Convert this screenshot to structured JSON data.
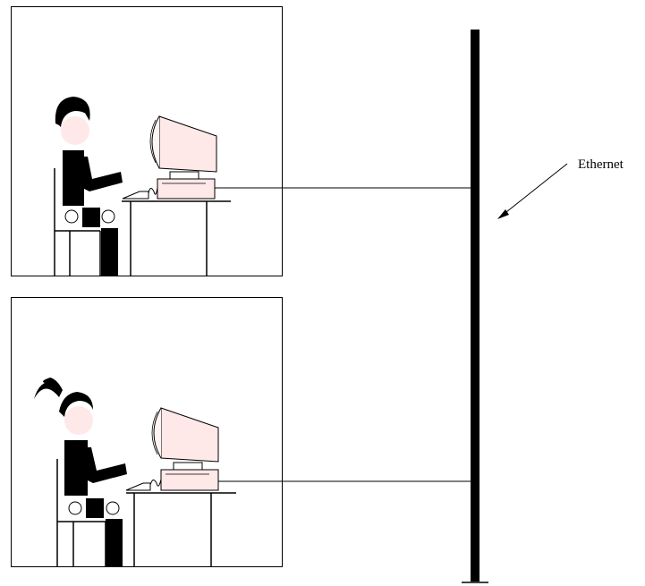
{
  "labels": {
    "network": "Ethernet"
  },
  "colors": {
    "stroke": "#000000",
    "face": "#ffe8e8",
    "screen": "#fff4f4",
    "background": "#ffffff"
  },
  "workstations": [
    {
      "user": "person-short-hair",
      "connected": true
    },
    {
      "user": "person-ponytail",
      "connected": true
    }
  ]
}
